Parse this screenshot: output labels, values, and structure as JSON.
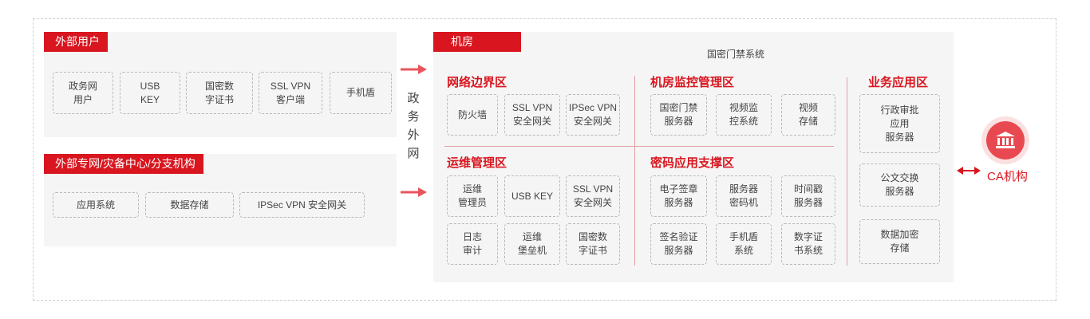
{
  "external_users": {
    "title": "外部用户",
    "items": [
      "政务网\n用户",
      "USB\nKEY",
      "国密数\n字证书",
      "SSL VPN\n客户端",
      "手机盾"
    ]
  },
  "external_network": {
    "title": "外部专网/灾备中心/分支机构",
    "items": [
      "应用系统",
      "数据存储",
      "IPSec VPN 安全网关"
    ]
  },
  "gov_network_label": "政\n务\n外\n网",
  "machine_room": {
    "title": "机房",
    "subtitle": "国密门禁系统",
    "zones": {
      "border": {
        "title": "网络边界区",
        "items": [
          "防火墙",
          "SSL VPN\n安全网关",
          "IPSec VPN\n安全网关"
        ]
      },
      "monitor": {
        "title": "机房监控管理区",
        "items": [
          "国密门禁\n服务器",
          "视频监\n控系统",
          "视频\n存储"
        ]
      },
      "ops": {
        "title": "运维管理区",
        "items": [
          "运维\n管理员",
          "USB KEY",
          "SSL VPN\n安全网关",
          "日志\n审计",
          "运维\n堡垒机",
          "国密数\n字证书"
        ]
      },
      "crypto": {
        "title": "密码应用支撑区",
        "items": [
          "电子签章\n服务器",
          "服务器\n密码机",
          "时间戳\n服务器",
          "签名验证\n服务器",
          "手机盾\n系统",
          "数字证\n书系统"
        ]
      },
      "business": {
        "title": "业务应用区",
        "items": [
          "行政审批\n应用\n服务器",
          "公文交换\n服务器",
          "数据加密\n存储"
        ]
      }
    }
  },
  "ca": {
    "label": "CA机构",
    "icon": "bank-icon"
  },
  "colors": {
    "accent": "#d9161f",
    "panel": "#f5f5f5",
    "arrow": "#e8555c"
  }
}
